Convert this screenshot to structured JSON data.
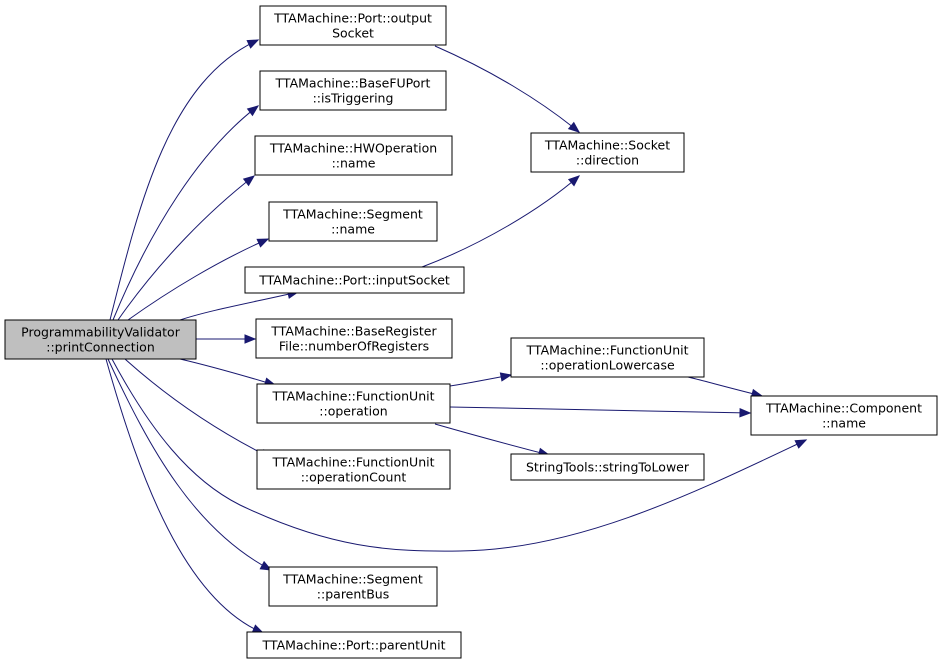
{
  "graph": {
    "colors": {
      "edge": "#191970",
      "root_fill": "#bfbfbf",
      "node_fill": "#ffffff",
      "border": "#000000"
    },
    "nodes": {
      "root": [
        "ProgrammabilityValidator",
        "::printConnection"
      ],
      "output_socket": [
        "TTAMachine::Port::output",
        "Socket"
      ],
      "is_triggering": [
        "TTAMachine::BaseFUPort",
        "::isTriggering"
      ],
      "hwop_name": [
        "TTAMachine::HWOperation",
        "::name"
      ],
      "segment_name": [
        "TTAMachine::Segment",
        "::name"
      ],
      "input_socket": [
        "TTAMachine::Port::inputSocket"
      ],
      "number_of_registers": [
        "TTAMachine::BaseRegister",
        "File::numberOfRegisters"
      ],
      "fu_operation": [
        "TTAMachine::FunctionUnit",
        "::operation"
      ],
      "fu_operation_count": [
        "TTAMachine::FunctionUnit",
        "::operationCount"
      ],
      "segment_parent_bus": [
        "TTAMachine::Segment",
        "::parentBus"
      ],
      "port_parent_unit": [
        "TTAMachine::Port::parentUnit"
      ],
      "socket_direction": [
        "TTAMachine::Socket",
        "::direction"
      ],
      "fu_operation_lowercase": [
        "TTAMachine::FunctionUnit",
        "::operationLowercase"
      ],
      "string_to_lower": [
        "StringTools::stringToLower"
      ],
      "component_name": [
        "TTAMachine::Component",
        "::name"
      ]
    },
    "edges": [
      [
        "root",
        "output_socket"
      ],
      [
        "root",
        "is_triggering"
      ],
      [
        "root",
        "hwop_name"
      ],
      [
        "root",
        "segment_name"
      ],
      [
        "root",
        "input_socket"
      ],
      [
        "root",
        "number_of_registers"
      ],
      [
        "root",
        "fu_operation"
      ],
      [
        "root",
        "fu_operation_count"
      ],
      [
        "root",
        "component_name"
      ],
      [
        "root",
        "segment_parent_bus"
      ],
      [
        "root",
        "port_parent_unit"
      ],
      [
        "output_socket",
        "socket_direction"
      ],
      [
        "input_socket",
        "socket_direction"
      ],
      [
        "fu_operation",
        "fu_operation_lowercase"
      ],
      [
        "fu_operation",
        "component_name"
      ],
      [
        "fu_operation",
        "string_to_lower"
      ],
      [
        "fu_operation_lowercase",
        "component_name"
      ]
    ]
  }
}
